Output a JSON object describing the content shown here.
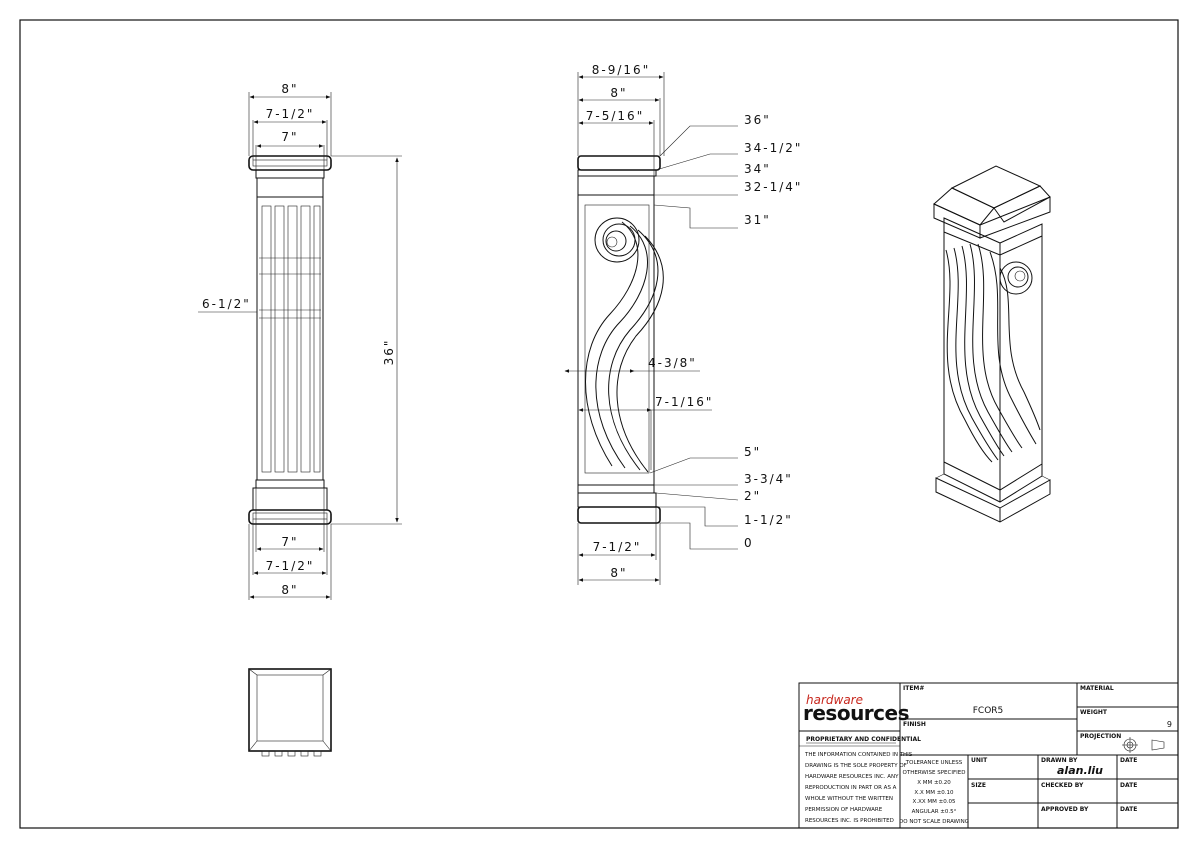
{
  "front_view": {
    "top_dims": [
      "8\"",
      "7-1/2\"",
      "7\""
    ],
    "side_dim": "6-1/2\"",
    "height_dim": "36\"",
    "bottom_dims": [
      "7\"",
      "7-1/2\"",
      "8\""
    ]
  },
  "side_view": {
    "top_dims": [
      "8-9/16\"",
      "8\"",
      "7-5/16\""
    ],
    "heights": [
      "36\"",
      "34-1/2\"",
      "34\"",
      "32-1/4\"",
      "31\"",
      "5\"",
      "3-3/4\"",
      "2\"",
      "1-1/2\"",
      "0"
    ],
    "mid_dims": [
      "4-3/8\"",
      "7-1/16\""
    ],
    "bottom_dims": [
      "7-1/2\"",
      "8\""
    ]
  },
  "title_block": {
    "logo_top": "hardware",
    "logo_bottom": "resources",
    "proprietary_heading": "PROPRIETARY AND CONFIDENTIAL",
    "proprietary_lines": [
      "THE INFORMATION CONTAINED IN THIS",
      "DRAWING IS THE SOLE PROPERTY OF",
      "HARDWARE RESOURCES INC. ANY",
      "REPRODUCTION IN PART OR AS A",
      "WHOLE WITHOUT THE WRITTEN",
      "PERMISSION OF HARDWARE",
      "RESOURCES INC. IS PROHIBITED"
    ],
    "item_label": "ITEM#",
    "item_value": "FCOR5",
    "finish_label": "FINISH",
    "material_label": "MATERIAL",
    "weight_label": "WEIGHT",
    "weight_value": "9",
    "projection_label": "PROJECTION",
    "tolerance_lines": [
      "TOLERANCE UNLESS",
      "OTHERWISE SPECIFIED",
      "X   MM   ±0.20",
      "X.X  MM   ±0.10",
      "X.XX  MM   ±0.05",
      "ANGULAR   ±0.5°",
      "DO NOT SCALE DRAWING"
    ],
    "unit_label": "UNIT",
    "size_label": "SIZE",
    "drawn_by_label": "DRAWN BY",
    "drawn_by_value": "alan.liu",
    "checked_by_label": "CHECKED BY",
    "approved_by_label": "APPROVED BY",
    "date_label": "DATE"
  }
}
